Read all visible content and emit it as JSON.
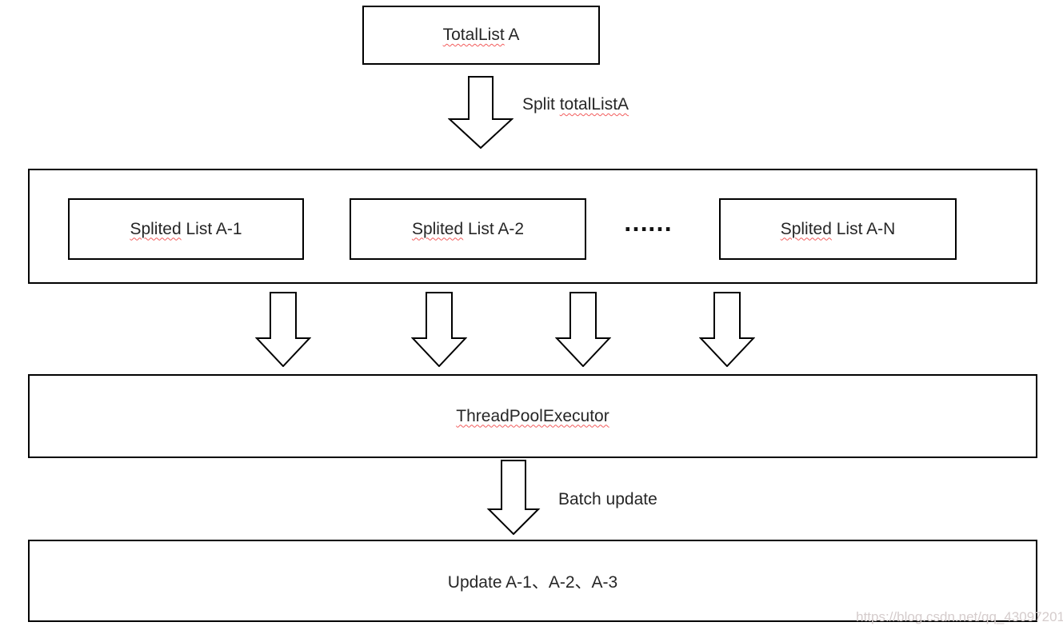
{
  "colors": {
    "background": "#ffffff",
    "box_border": "#000000",
    "text": "#262626",
    "spellcheck_squiggle": "#f25c5c",
    "watermark": "#d5cccc"
  },
  "top_box": {
    "flagged": "TotalList",
    "rest": " A"
  },
  "split_arrow_label": {
    "prefix": "Split ",
    "flagged": "totalListA"
  },
  "split_group": {
    "boxes": [
      {
        "flagged": "Splited",
        "rest": " List A-1"
      },
      {
        "flagged": "Splited",
        "rest": " List A-2"
      },
      {
        "flagged": "Splited",
        "rest": " List A-N"
      }
    ],
    "ellipsis": "……"
  },
  "executor_box": {
    "flagged": "ThreadPoolExecutor"
  },
  "batch_arrow_label": "Batch update",
  "update_box": {
    "label": "Update A-1、A-2、A-3"
  },
  "watermark": "https://blog.csdn.net/qq_43097201",
  "icons": {
    "down_arrow": "down-arrow-icon"
  }
}
